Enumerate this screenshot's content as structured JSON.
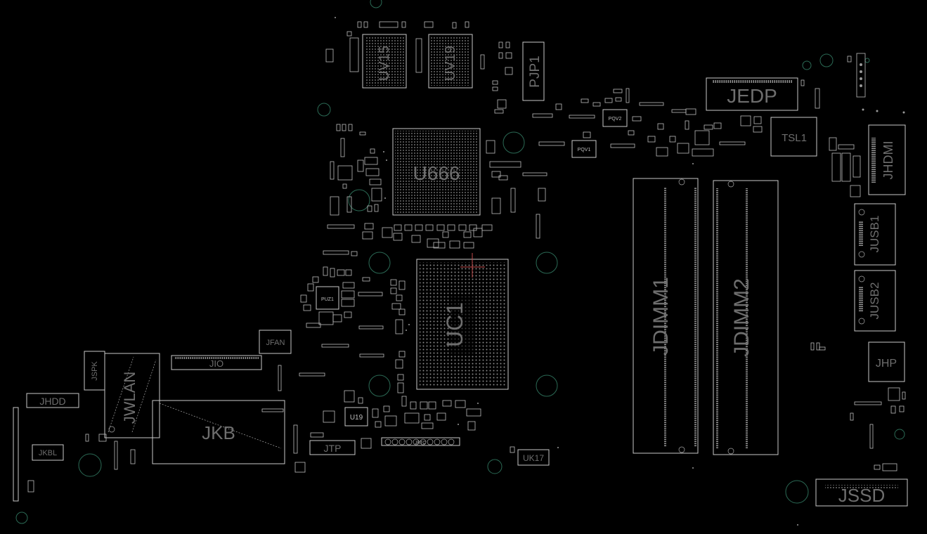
{
  "board": {
    "background": "#000000",
    "outline_color": "#c9c9c9",
    "label_color": "#6e6e6e",
    "hole_color": "#2b6a55"
  },
  "components": {
    "uv15": "UV15",
    "uv19": "UV19",
    "pjp1": "PJP1",
    "jedp": "JEDP",
    "tsl1": "TSL1",
    "jhdmi": "JHDMI",
    "u666": "U666",
    "pqv2": "PQV2",
    "pqv1": "PQV1",
    "jusb1": "JUSB1",
    "jusb2": "JUSB2",
    "jdimm1": "JDIMM1",
    "jdimm2": "JDIMM2",
    "uc1": "UC1",
    "jhp": "JHP",
    "pu21": "PUZ1",
    "jfan": "JFAN",
    "jio": "JIO",
    "jspk": "JSPK",
    "jwlan": "JWLAN",
    "jhdd": "JHDD",
    "jkb": "JKB",
    "jkbl": "JKBL",
    "jtp": "JTP",
    "u19": "U19",
    "jrtc": "JRTC",
    "uk17": "UK17",
    "jssd": "JSSD"
  }
}
